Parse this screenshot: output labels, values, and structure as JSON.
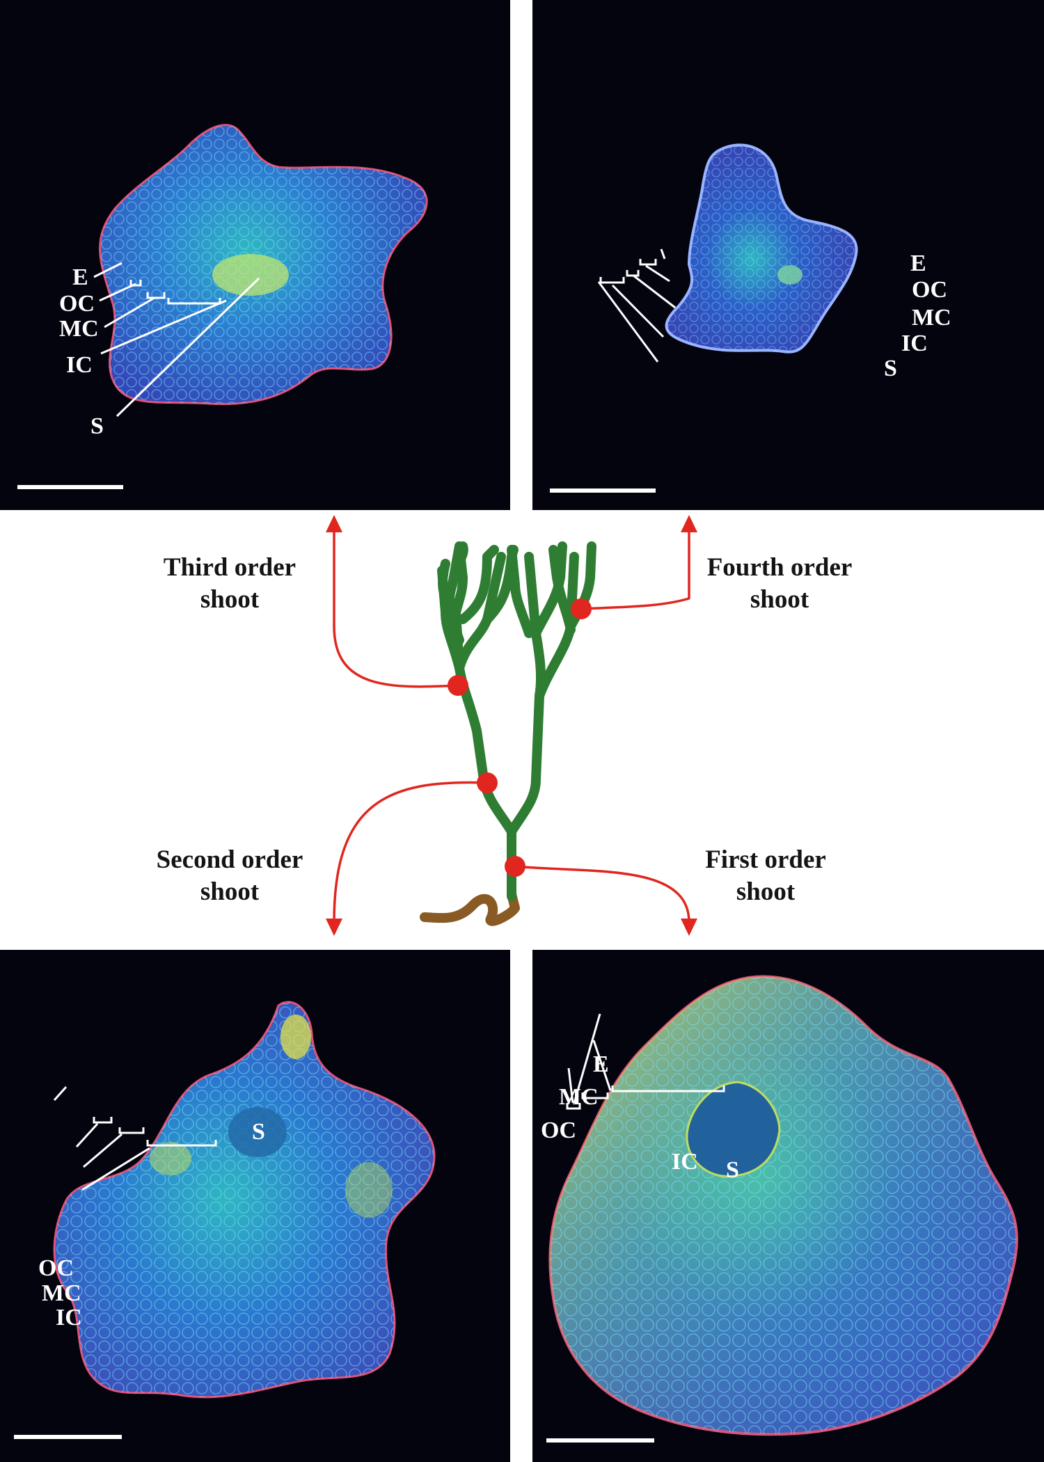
{
  "shoot_labels": {
    "third": [
      "Third order",
      "shoot"
    ],
    "fourth": [
      "Fourth order",
      "shoot"
    ],
    "second": [
      "Second order",
      "shoot"
    ],
    "first": [
      "First order",
      "shoot"
    ]
  },
  "tissue_labels": {
    "epidermis": "E",
    "outer_cortex": "OC",
    "middle_cortex": "MC",
    "inner_cortex": "IC",
    "stele": "S"
  },
  "colors": {
    "panel_background": "#04040f",
    "shoot_green": "#2e7d32",
    "rhizome_brown": "#8a5a24",
    "connector_red": "#e0261f",
    "tissue_blue": "#3b63c9",
    "tissue_cyan": "#2fb7c2",
    "tissue_yellow": "#e3e24a",
    "epidermis_pink": "#e0527a"
  }
}
